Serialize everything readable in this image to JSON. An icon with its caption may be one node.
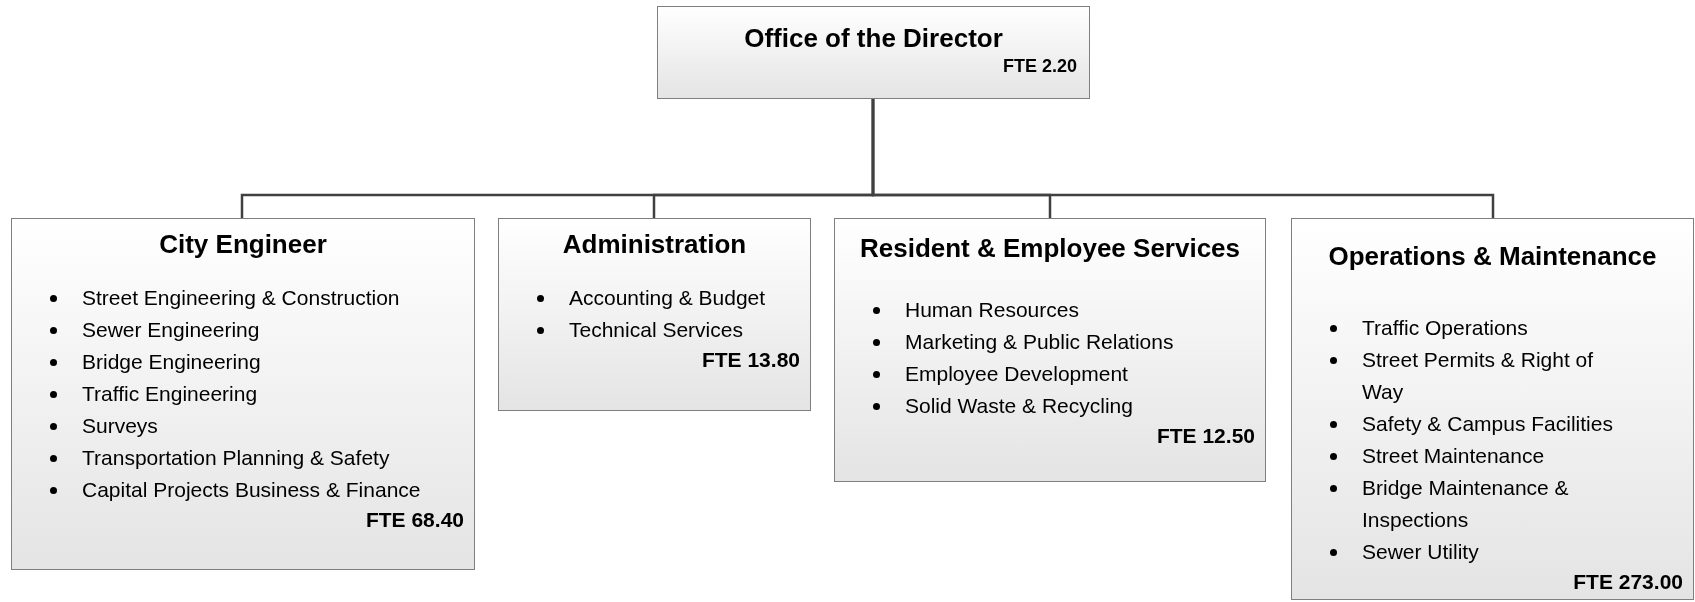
{
  "diagram": {
    "nodes": [
      {
        "text": [
          "Office of the Director",
          "FTE 2.20"
        ]
      },
      {
        "text": [
          "City Engineer",
          "Street Engineering & Construction",
          "Sewer Engineering",
          "Bridge Engineering",
          "Traffic Engineering",
          "Surveys",
          "Transportation Planning & Safety",
          "Capital Projects Business & Finance",
          "FTE 68.40"
        ]
      },
      {
        "text": [
          "Administration",
          "Accounting & Budget",
          "Technical Services",
          "FTE 13.80"
        ]
      },
      {
        "text": [
          "Resident & Employee Services",
          "Human Resources",
          "Marketing & Public Relations",
          "Employee Development",
          "Solid Waste & Recycling",
          "FTE 12.50"
        ]
      },
      {
        "text": [
          "Operations & Maintenance",
          "Traffic Operations",
          "Street Permits & Right of Way",
          "Safety & Campus Facilities",
          "Street Maintenance",
          "Bridge Maintenance & Inspections",
          "Sewer Utility",
          "FTE 273.00"
        ]
      }
    ],
    "edges": [
      {
        "from": 0,
        "to": 1,
        "arrow": "none"
      },
      {
        "from": 0,
        "to": 2,
        "arrow": "none"
      },
      {
        "from": 0,
        "to": 3,
        "arrow": "none"
      },
      {
        "from": 0,
        "to": 4,
        "arrow": "none"
      }
    ]
  }
}
